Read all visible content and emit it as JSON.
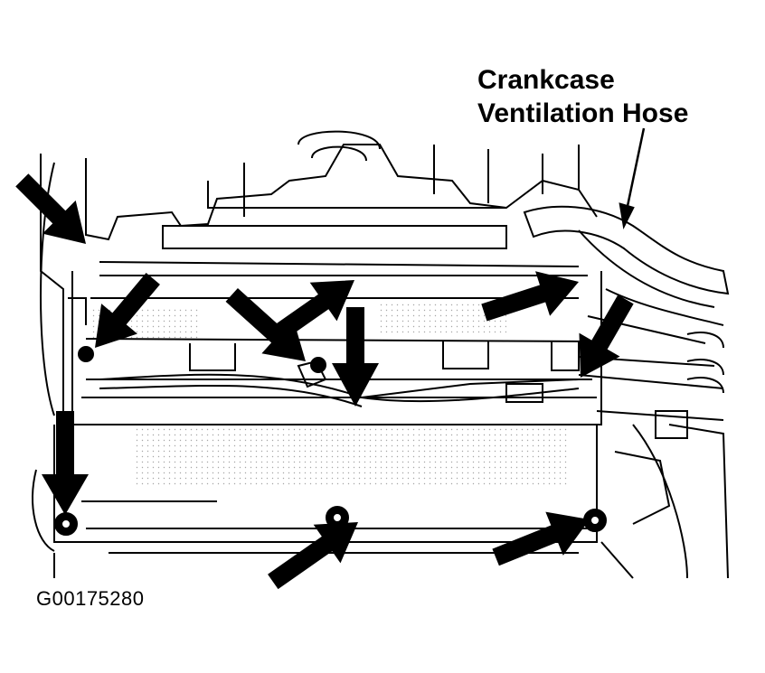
{
  "callout": {
    "line1": "Crankcase",
    "line2": "Ventilation Hose"
  },
  "figure_id": "G00175280",
  "colors": {
    "ink": "#000000",
    "paper": "#ffffff"
  },
  "icons": [
    "arrow-icon"
  ]
}
